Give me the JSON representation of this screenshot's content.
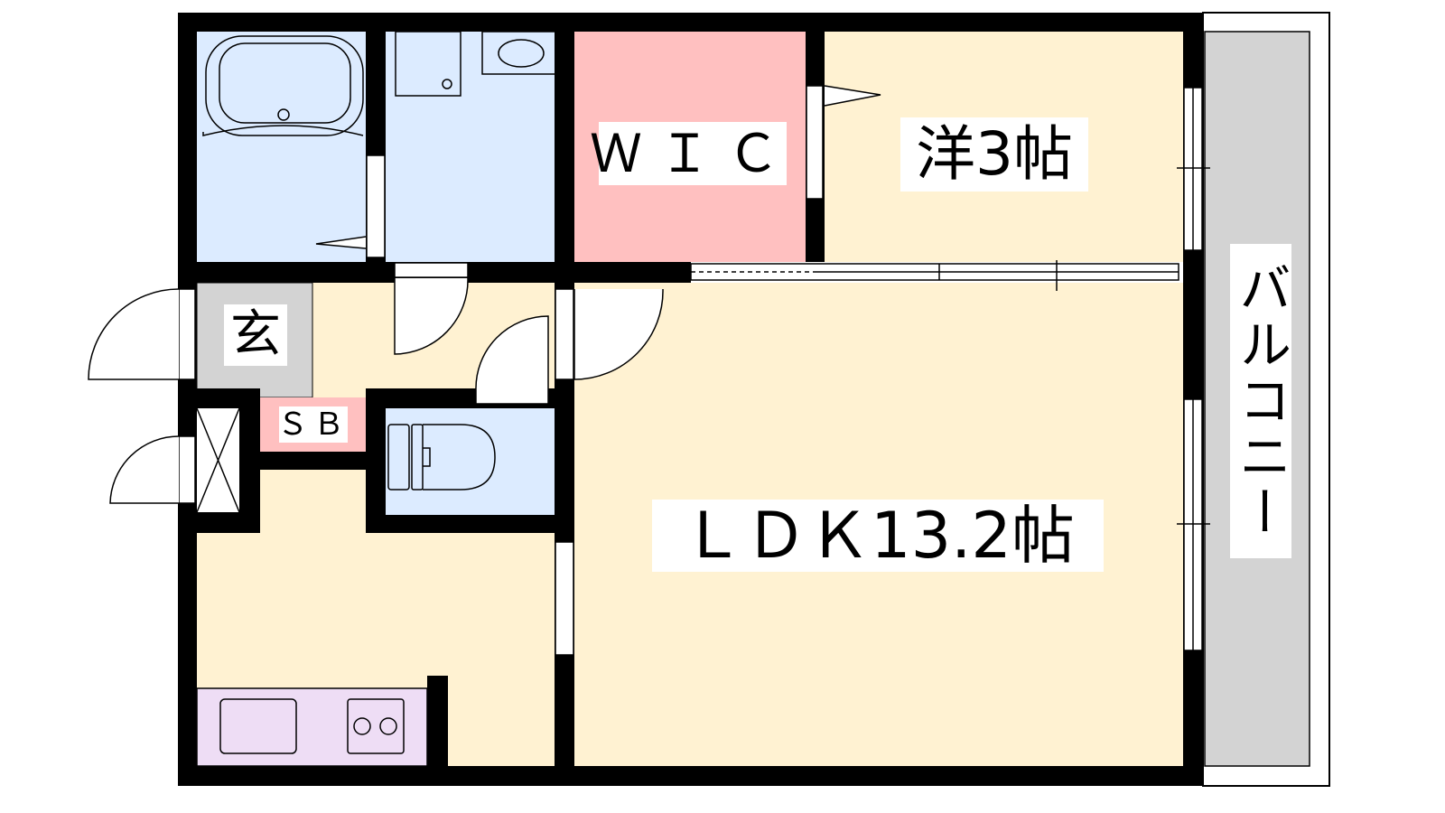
{
  "rooms": {
    "wic": "ＷＩＣ",
    "western_room": "洋3帖",
    "entrance": "玄",
    "shoe_box": "ＳＢ",
    "ldk": "ＬＤＫ13.2帖",
    "balcony": "バルコニー"
  },
  "colors": {
    "wall": "#000000",
    "floor_beige": "#FFF2D2",
    "wet_blue": "#DCEBFF",
    "wic_pink": "#FFC0C0",
    "entrance_gray": "#D3D3D3",
    "kitchen_purple": "#EEDDF5"
  }
}
